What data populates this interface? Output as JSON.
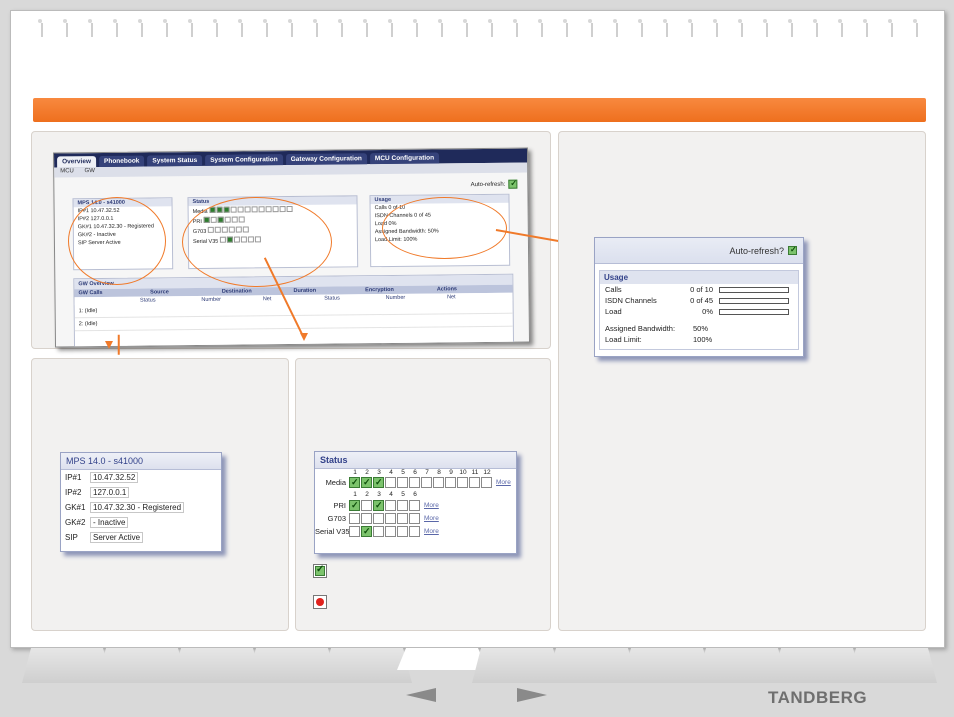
{
  "screenshot": {
    "tabs": [
      "Overview",
      "Phonebook",
      "System Status",
      "System Configuration",
      "Gateway Configuration",
      "MCU Configuration"
    ],
    "subnav": [
      "MCU",
      "GW"
    ],
    "auto_refresh_label": "Auto-refresh:",
    "mps_title": "MPS 14.0 - s41000",
    "mps_rows": [
      {
        "k": "IP#1",
        "v": "10.47.32.52"
      },
      {
        "k": "IP#2",
        "v": "127.0.0.1"
      },
      {
        "k": "GK#1",
        "v": "10.47.32.30 - Registered"
      },
      {
        "k": "GK#2",
        "v": "- Inactive"
      },
      {
        "k": "SIP",
        "v": "Server Active"
      }
    ],
    "status_title": "Status",
    "usage_title": "Usage",
    "usage_rows": [
      {
        "k": "Calls",
        "v": "0 of 10"
      },
      {
        "k": "ISDN Channels",
        "v": "0 of 45"
      },
      {
        "k": "Load",
        "v": "0%"
      },
      {
        "k": "Assigned Bandwidth:",
        "v": "50%"
      },
      {
        "k": "Load Limit:",
        "v": "100%"
      }
    ],
    "gw_title": "GW Overview",
    "gw_columns": [
      "GW Calls",
      "Source",
      "Destination",
      "Duration",
      "Encryption",
      "Actions"
    ],
    "gw_subcolumns": [
      "Status",
      "Number",
      "Net",
      "Status",
      "Number",
      "Net"
    ],
    "gw_rows": [
      {
        "n": "1:",
        "s": "(Idle)"
      },
      {
        "n": "2:",
        "s": "(Idle)"
      }
    ]
  },
  "usage_window": {
    "auto_refresh_label": "Auto-refresh?",
    "title": "Usage",
    "meters": [
      {
        "label": "Calls",
        "value": "0  of  10",
        "fill": 0
      },
      {
        "label": "ISDN Channels",
        "value": "0  of  45",
        "fill": 0
      },
      {
        "label": "Load",
        "value": "0%",
        "fill": 0
      }
    ],
    "assigned_bandwidth_label": "Assigned Bandwidth:",
    "assigned_bandwidth_value": "50%",
    "load_limit_label": "Load Limit:",
    "load_limit_value": "100%"
  },
  "mps_window": {
    "title": "MPS 14.0 - s41000",
    "rows": [
      {
        "key": "IP#1",
        "value": "10.47.32.52"
      },
      {
        "key": "IP#2",
        "value": "127.0.0.1"
      },
      {
        "key": "GK#1",
        "value": "10.47.32.30 - Registered"
      },
      {
        "key": "GK#2",
        "value": "- Inactive"
      },
      {
        "key": "SIP",
        "value": "Server Active"
      }
    ]
  },
  "status_window": {
    "title": "Status",
    "media_numbers": [
      "1",
      "2",
      "3",
      "4",
      "5",
      "6",
      "7",
      "8",
      "9",
      "10",
      "11",
      "12"
    ],
    "media_label": "Media",
    "media_active": [
      1,
      2,
      3
    ],
    "port_numbers": [
      "1",
      "2",
      "3",
      "4",
      "5",
      "6"
    ],
    "ports": [
      {
        "label": "PRI",
        "active": [
          1,
          3
        ]
      },
      {
        "label": "G703",
        "active": []
      },
      {
        "label": "Serial V35",
        "active": [
          2
        ]
      }
    ],
    "more_label": "More"
  },
  "brand": "TANDBERG",
  "colors": {
    "accent": "#f07a2a",
    "ok": "#7cc36c",
    "error": "#e0211c"
  }
}
